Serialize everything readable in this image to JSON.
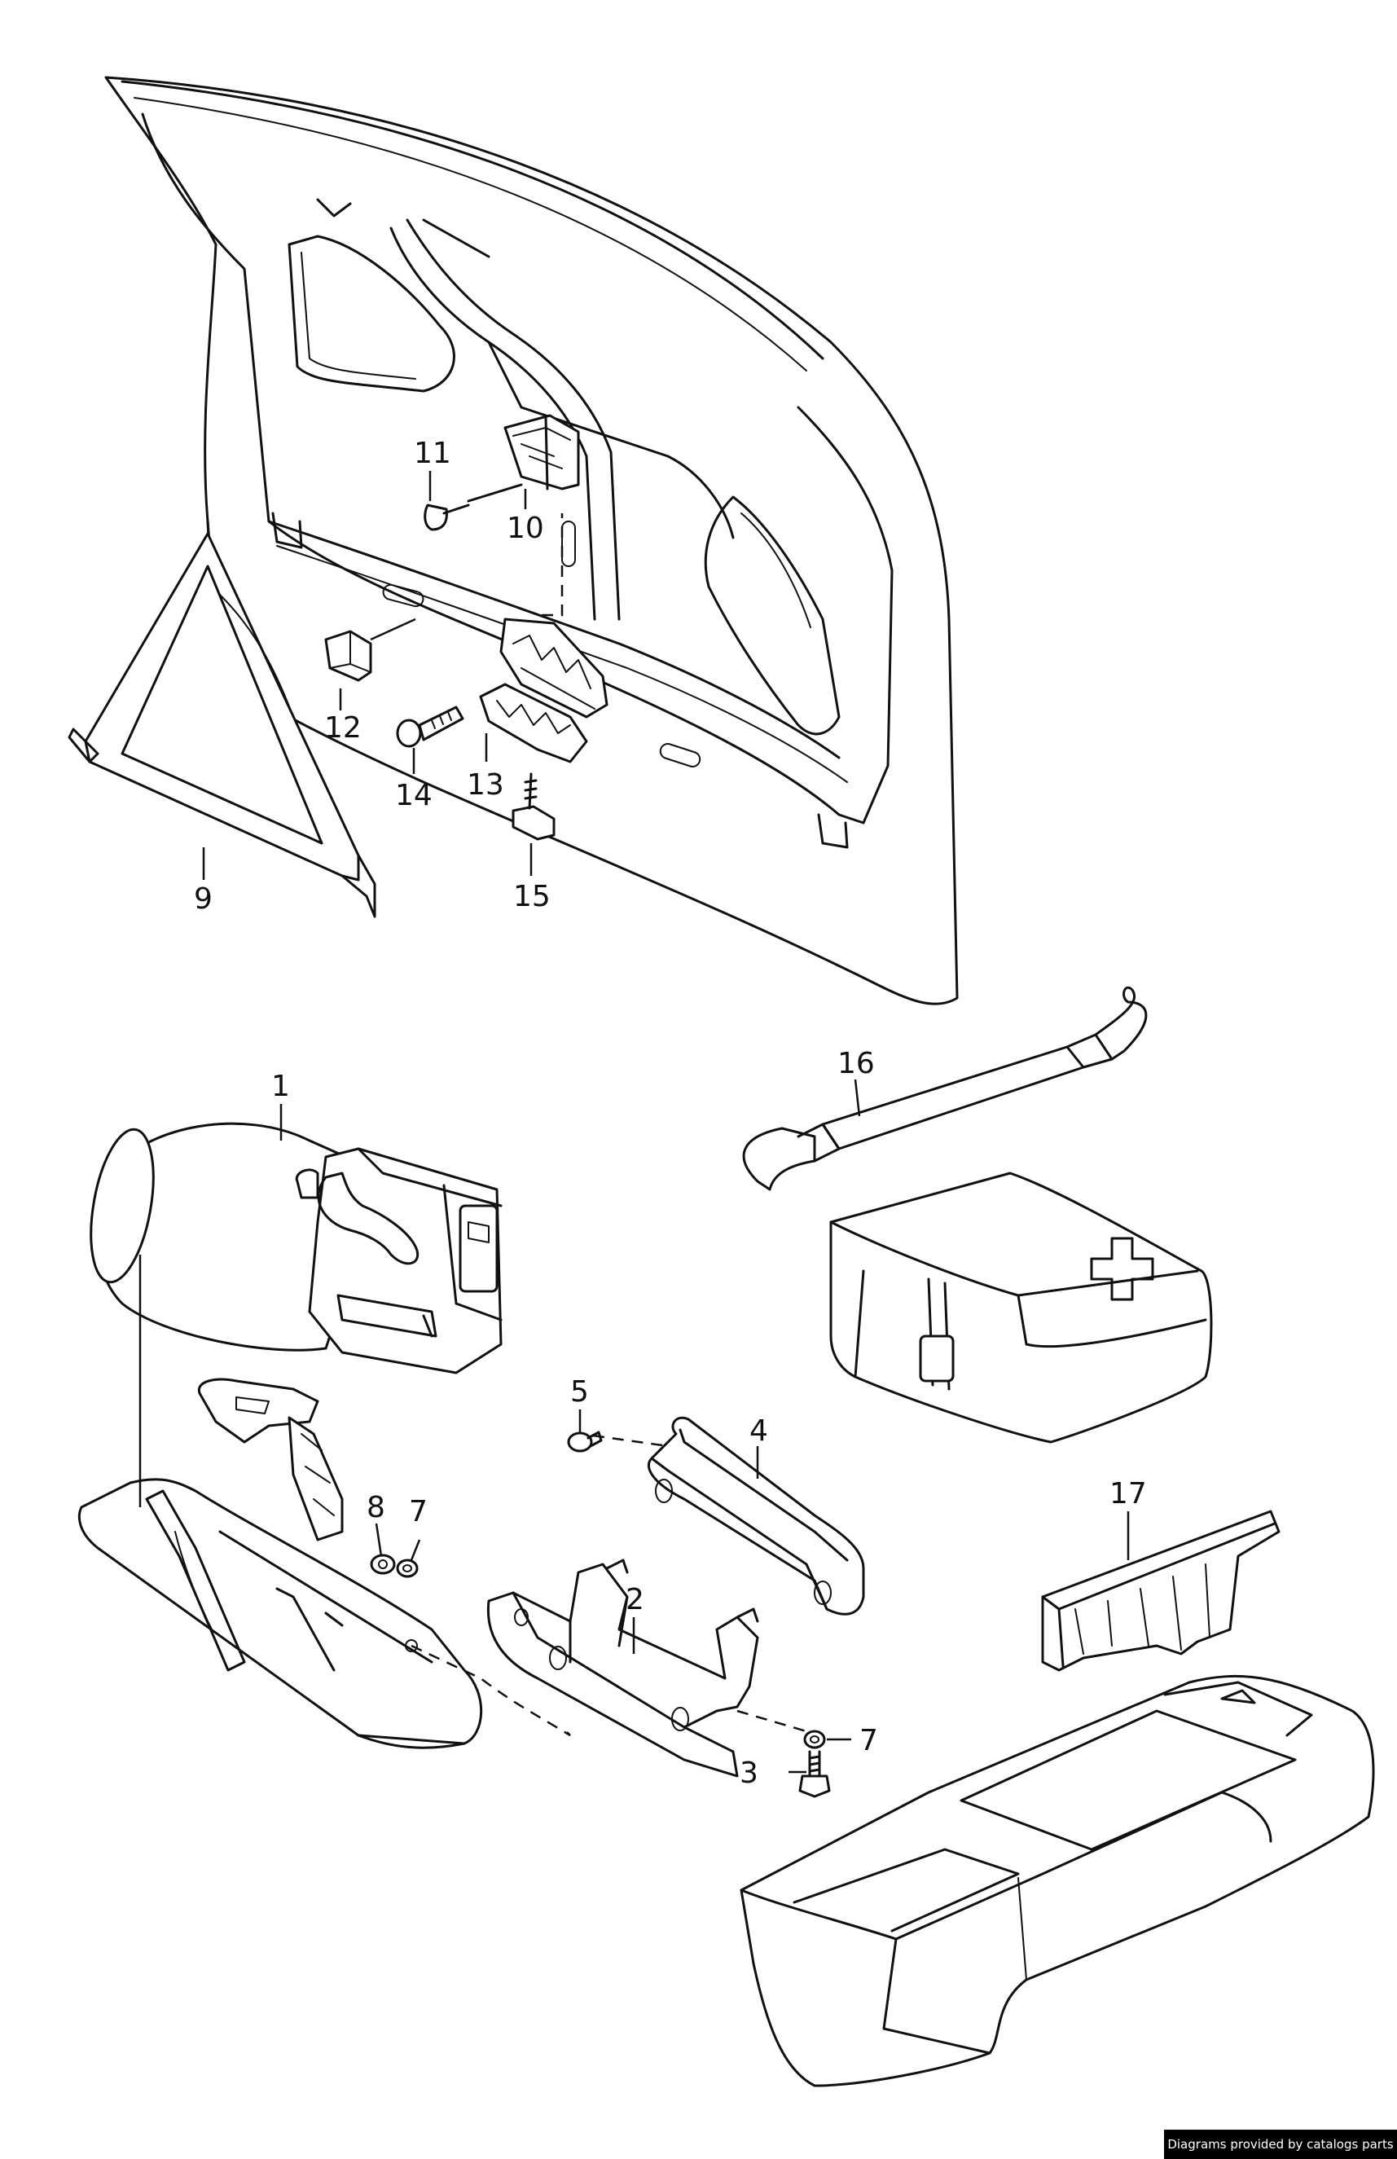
{
  "callouts": [
    {
      "id": "c1",
      "label": "1"
    },
    {
      "id": "c2",
      "label": "2"
    },
    {
      "id": "c3",
      "label": "3"
    },
    {
      "id": "c4",
      "label": "4"
    },
    {
      "id": "c5",
      "label": "5"
    },
    {
      "id": "c7a",
      "label": "7"
    },
    {
      "id": "c7b",
      "label": "7"
    },
    {
      "id": "c8",
      "label": "8"
    },
    {
      "id": "c9",
      "label": "9"
    },
    {
      "id": "c10",
      "label": "10"
    },
    {
      "id": "c11",
      "label": "11"
    },
    {
      "id": "c12",
      "label": "12"
    },
    {
      "id": "c13",
      "label": "13"
    },
    {
      "id": "c14",
      "label": "14"
    },
    {
      "id": "c15",
      "label": "15"
    },
    {
      "id": "c16",
      "label": "16"
    },
    {
      "id": "c17",
      "label": "17"
    }
  ],
  "credit": "Diagrams provided by catalogs parts"
}
